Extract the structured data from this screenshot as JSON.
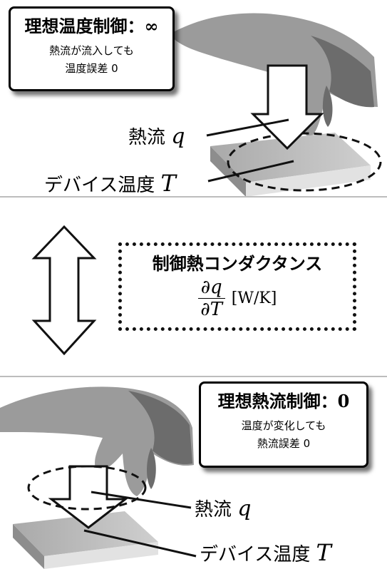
{
  "top_panel": {
    "box_title": "理想温度制御：∞",
    "box_line1": "熱流が流入しても",
    "box_line2": "温度誤差 0",
    "heat_label": "熱流",
    "heat_var": "q",
    "temp_label": "デバイス温度",
    "temp_var": "T"
  },
  "middle_panel": {
    "title": "制御熱コンダクタンス",
    "numerator": "∂q",
    "denominator": "∂T",
    "unit": "[W/K]"
  },
  "bottom_panel": {
    "box_title": "理想熱流制御：0",
    "box_line1": "温度が変化しても",
    "box_line2": "熱流誤差 0",
    "heat_label": "熱流",
    "heat_var": "q",
    "temp_label": "デバイス温度",
    "temp_var": "T"
  }
}
